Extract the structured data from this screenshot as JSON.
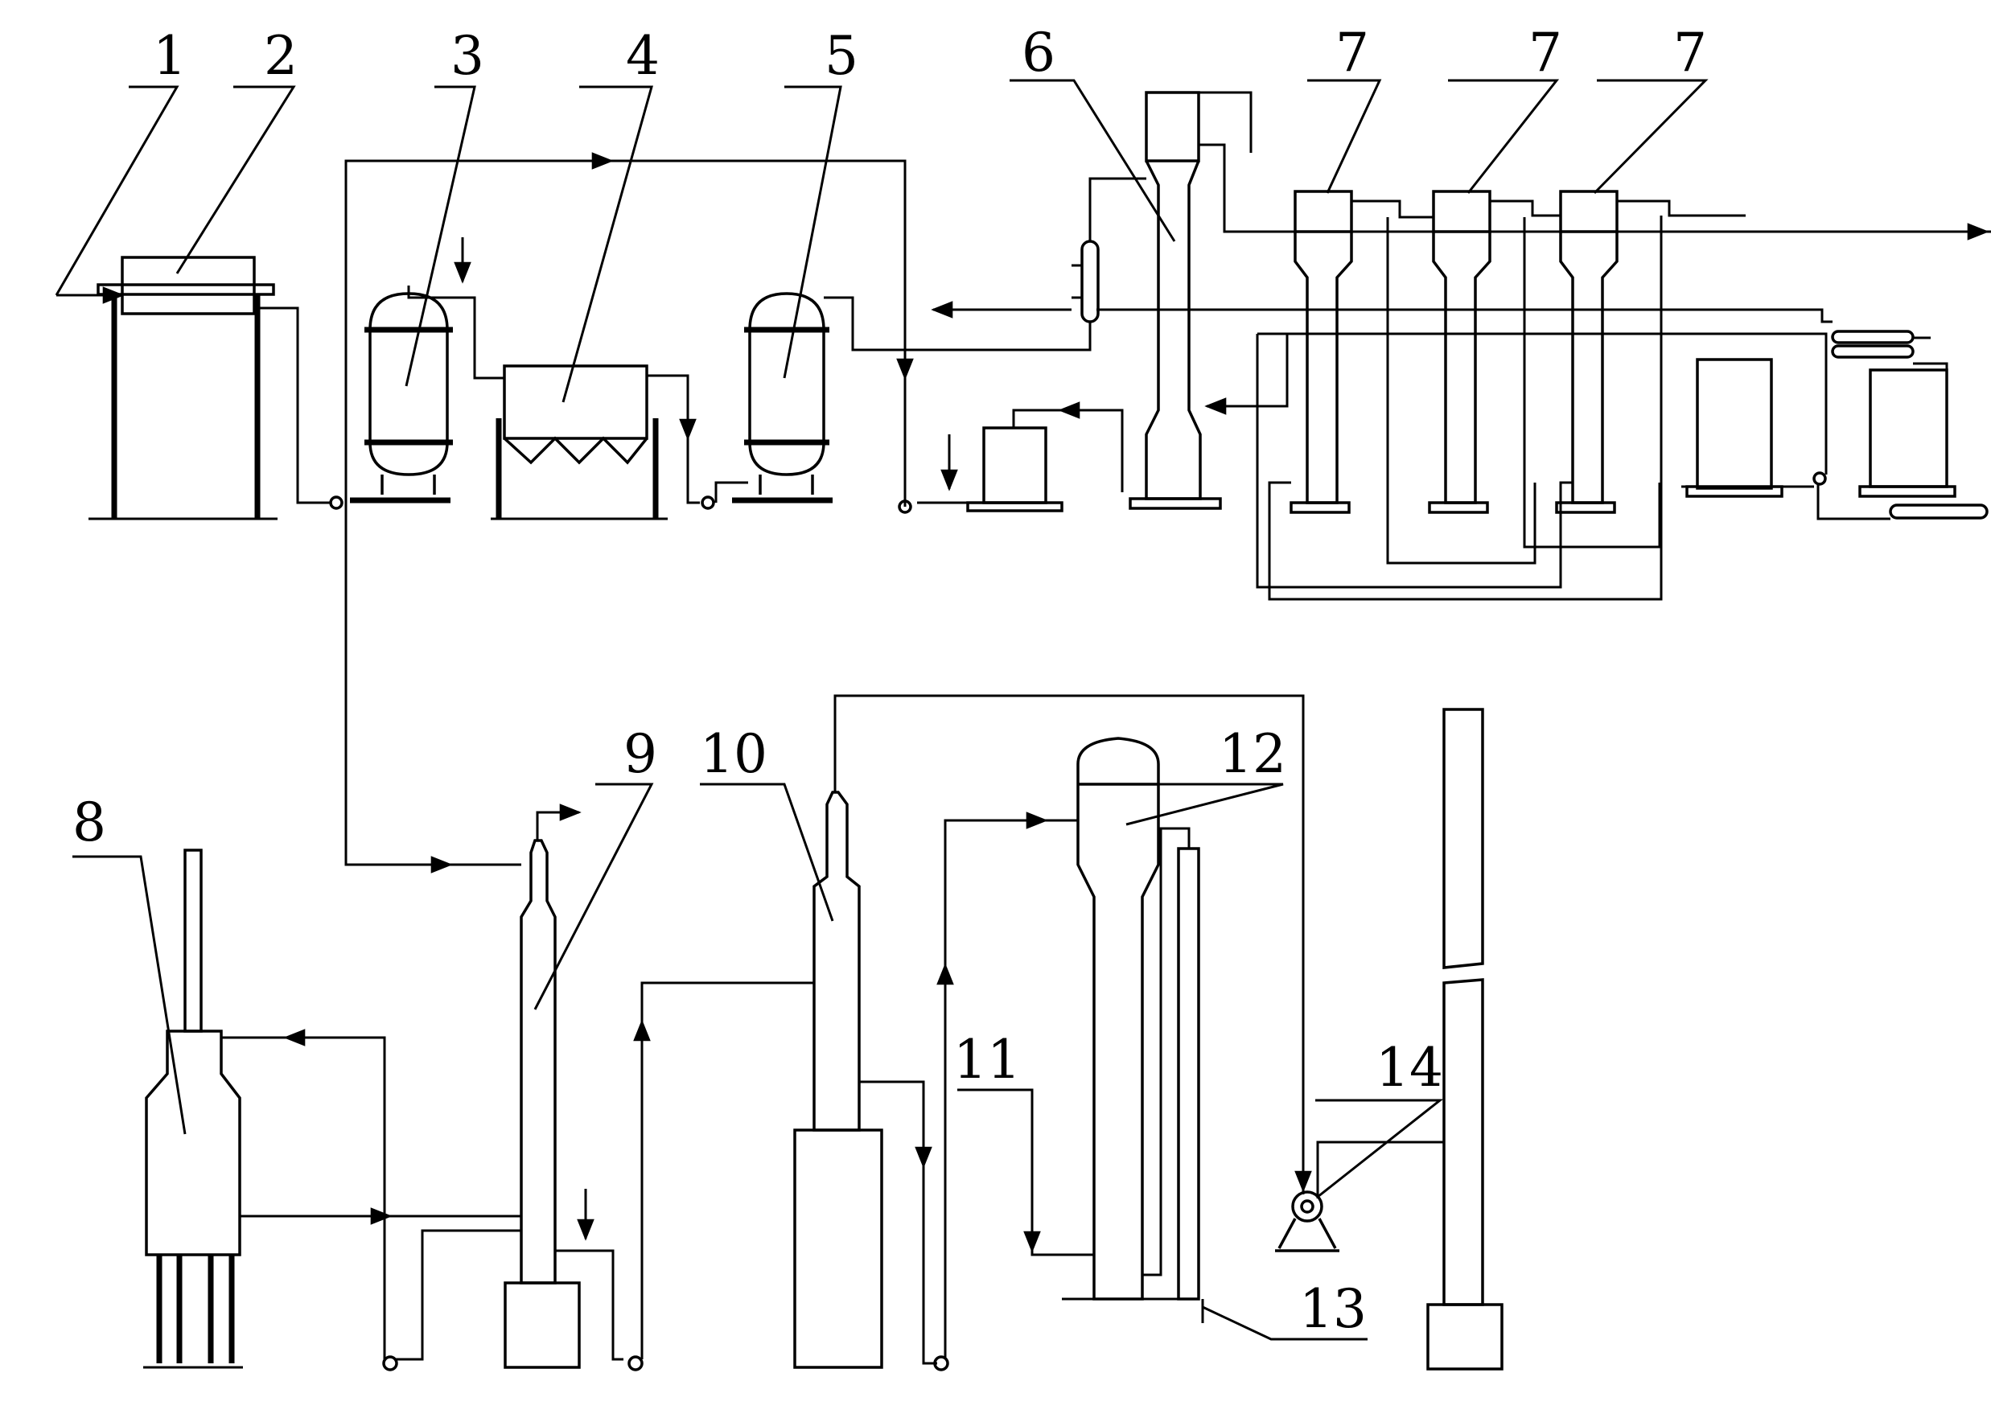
{
  "labels": {
    "l1": "1",
    "l2": "2",
    "l3": "3",
    "l4": "4",
    "l5": "5",
    "l6": "6",
    "l7a": "7",
    "l7b": "7",
    "l7c": "7",
    "l8": "8",
    "l9": "9",
    "l10": "10",
    "l11": "11",
    "l12": "12",
    "l13": "13",
    "l14": "14"
  }
}
